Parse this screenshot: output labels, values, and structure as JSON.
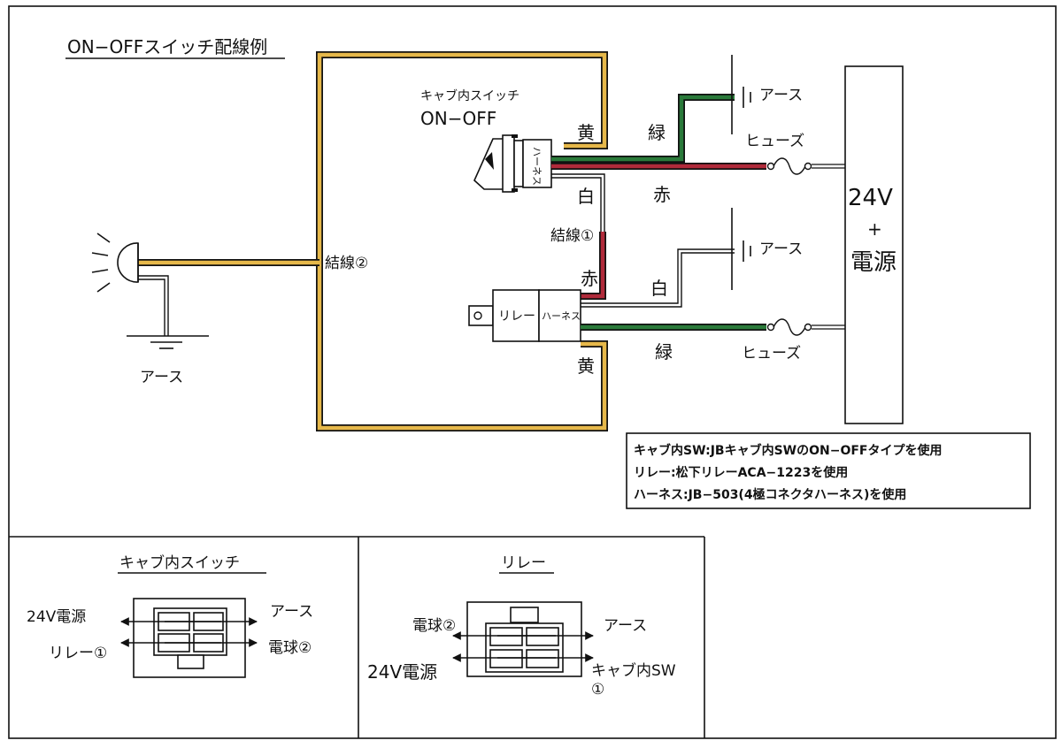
{
  "title": "ON−OFFスイッチ配線例",
  "colors": {
    "yellow": "#e6b84a",
    "red": "#b02a3a",
    "green": "#2a7a3a",
    "line": "#111111"
  },
  "labels": {
    "cab_switch_title": "キャブ内スイッチ",
    "cab_switch_onoff": "ON−OFF",
    "harness_vertical": "ハーネス",
    "harness_label": "ハーネス",
    "relay_label": "リレー",
    "wire1": "結線①",
    "wire2": "結線②",
    "ground": "アース",
    "fuse": "ヒューズ",
    "yellow": "黄",
    "green": "緑",
    "red": "赤",
    "white": "白",
    "psu_voltage": "24V",
    "psu_plus": "+",
    "psu_source": "電源"
  },
  "notes": [
    "キャブ内SW:JBキャブ内SWのON−OFFタイプを使用",
    "リレー:松下リレーACA−1223を使用",
    "ハーネス:JB−503(4極コネクタハーネス)を使用"
  ],
  "bottom_left": {
    "title": "キャブ内スイッチ",
    "left_top": "24V電源",
    "left_bottom": "リレー①",
    "right_top": "アース",
    "right_bottom": "電球②"
  },
  "bottom_mid": {
    "title": "リレー",
    "left_top": "電球②",
    "left_bottom": "24V電源",
    "right_top": "アース",
    "right_bottom": "キャブ内SW",
    "right_bottom_sub": "①"
  }
}
